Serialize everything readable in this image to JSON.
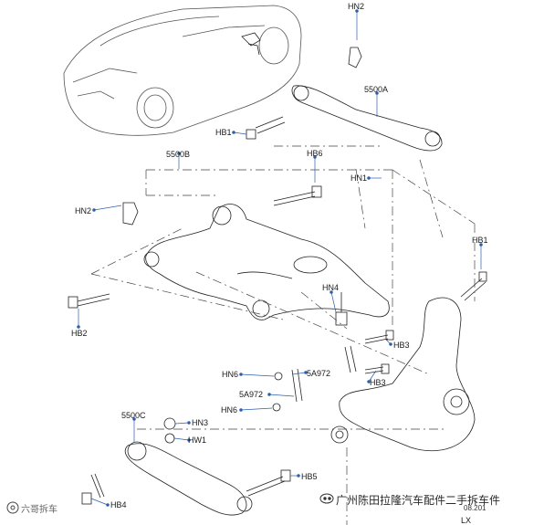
{
  "labels": {
    "hn2_top": "HN2",
    "part_5500a": "5500A",
    "hb1_left": "HB1",
    "hb6": "HB6",
    "hn1": "HN1",
    "part_5500b": "5500B",
    "hn2_left": "HN2",
    "hb1_right": "HB1",
    "hn4": "HN4",
    "hb2": "HB2",
    "hb3_a": "HB3",
    "hn6_a": "HN6",
    "part_5a972_a": "5A972",
    "hb3_b": "HB3",
    "part_5a972_b": "5A972",
    "hn6_b": "HN6",
    "part_5500c": "5500C",
    "hn3": "HN3",
    "hw1": "HW1",
    "hb5": "HB5",
    "hb4": "HB4",
    "lx": "LX",
    "date_code": "08.201"
  },
  "watermark": {
    "left": "六哥拆车",
    "right": "广州陈田拉隆汽车配件二手拆车件"
  },
  "colors": {
    "line": "#1a1a1a",
    "callout_blue": "#2b5fad",
    "faint": "#8a8a8a"
  }
}
